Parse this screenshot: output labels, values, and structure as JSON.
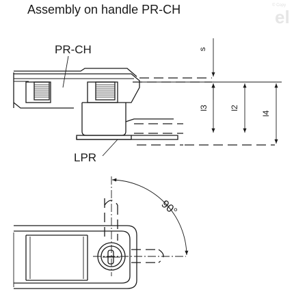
{
  "title": "Assembly on handle PR-CH",
  "labels": {
    "handle": "PR-CH",
    "lock": "LPR"
  },
  "dimensions": {
    "s": "s",
    "l3": "l3",
    "l2": "l2",
    "l4": "l4"
  },
  "angle": "90°",
  "watermark": {
    "logo": "el",
    "copy": "© Copy"
  }
}
